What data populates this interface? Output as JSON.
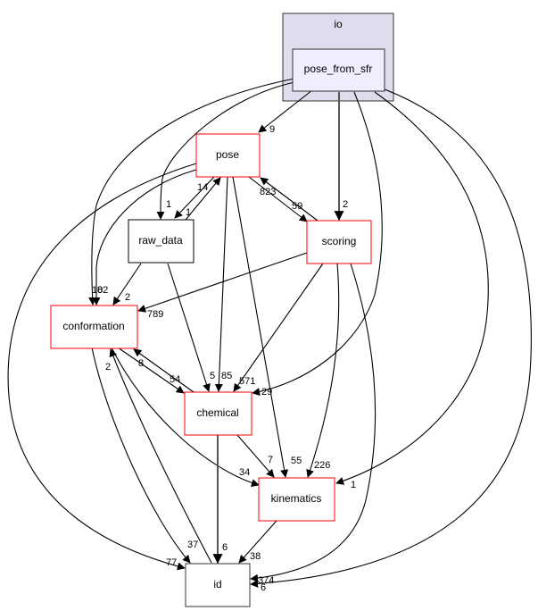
{
  "cluster": {
    "label": "io",
    "fill": "#ddddee",
    "stroke": "#333333"
  },
  "nodes": {
    "pose_from_sfr": {
      "label": "pose_from_sfr",
      "fill": "#eeeeff",
      "stroke": "#333333"
    },
    "pose": {
      "label": "pose",
      "fill": "#ffffff",
      "stroke": "#ff0000"
    },
    "raw_data": {
      "label": "raw_data",
      "fill": "#ffffff",
      "stroke": "#000000"
    },
    "scoring": {
      "label": "scoring",
      "fill": "#ffffff",
      "stroke": "#ff0000"
    },
    "conformation": {
      "label": "conformation",
      "fill": "#ffffff",
      "stroke": "#ff0000"
    },
    "chemical": {
      "label": "chemical",
      "fill": "#ffffff",
      "stroke": "#ff0000"
    },
    "kinematics": {
      "label": "kinematics",
      "fill": "#ffffff",
      "stroke": "#ff0000"
    },
    "id": {
      "label": "id",
      "fill": "#ffffff",
      "stroke": "#000000"
    }
  },
  "edges": [
    {
      "from": "pose_from_sfr",
      "to": "pose",
      "label": "9"
    },
    {
      "from": "pose_from_sfr",
      "to": "raw_data",
      "label": "1"
    },
    {
      "from": "pose_from_sfr",
      "to": "scoring",
      "label": "2"
    },
    {
      "from": "pose_from_sfr",
      "to": "conformation",
      "label": "10"
    },
    {
      "from": "pose_from_sfr",
      "to": "chemical",
      "label": "29"
    },
    {
      "from": "pose_from_sfr",
      "to": "kinematics",
      "label": "1"
    },
    {
      "from": "pose_from_sfr",
      "to": "id",
      "label": "6"
    },
    {
      "from": "pose",
      "to": "raw_data",
      "label": "1"
    },
    {
      "from": "raw_data",
      "to": "pose",
      "label": "14"
    },
    {
      "from": "pose",
      "to": "scoring",
      "label": "59"
    },
    {
      "from": "scoring",
      "to": "pose",
      "label": "823"
    },
    {
      "from": "pose",
      "to": "conformation",
      "label": "82"
    },
    {
      "from": "pose",
      "to": "chemical",
      "label": "85"
    },
    {
      "from": "pose",
      "to": "kinematics",
      "label": "55"
    },
    {
      "from": "pose",
      "to": "id",
      "label": "77"
    },
    {
      "from": "raw_data",
      "to": "conformation",
      "label": "2"
    },
    {
      "from": "raw_data",
      "to": "chemical",
      "label": "5"
    },
    {
      "from": "scoring",
      "to": "conformation",
      "label": "789"
    },
    {
      "from": "scoring",
      "to": "chemical",
      "label": "571"
    },
    {
      "from": "scoring",
      "to": "kinematics",
      "label": "226"
    },
    {
      "from": "scoring",
      "to": "id",
      "label": "374"
    },
    {
      "from": "conformation",
      "to": "chemical",
      "label": "54"
    },
    {
      "from": "chemical",
      "to": "conformation",
      "label": "8"
    },
    {
      "from": "conformation",
      "to": "kinematics",
      "label": "34"
    },
    {
      "from": "conformation",
      "to": "id",
      "label": "37"
    },
    {
      "from": "id",
      "to": "conformation",
      "label": "2"
    },
    {
      "from": "chemical",
      "to": "kinematics",
      "label": "7"
    },
    {
      "from": "chemical",
      "to": "id",
      "label": "6"
    },
    {
      "from": "kinematics",
      "to": "id",
      "label": "38"
    }
  ]
}
